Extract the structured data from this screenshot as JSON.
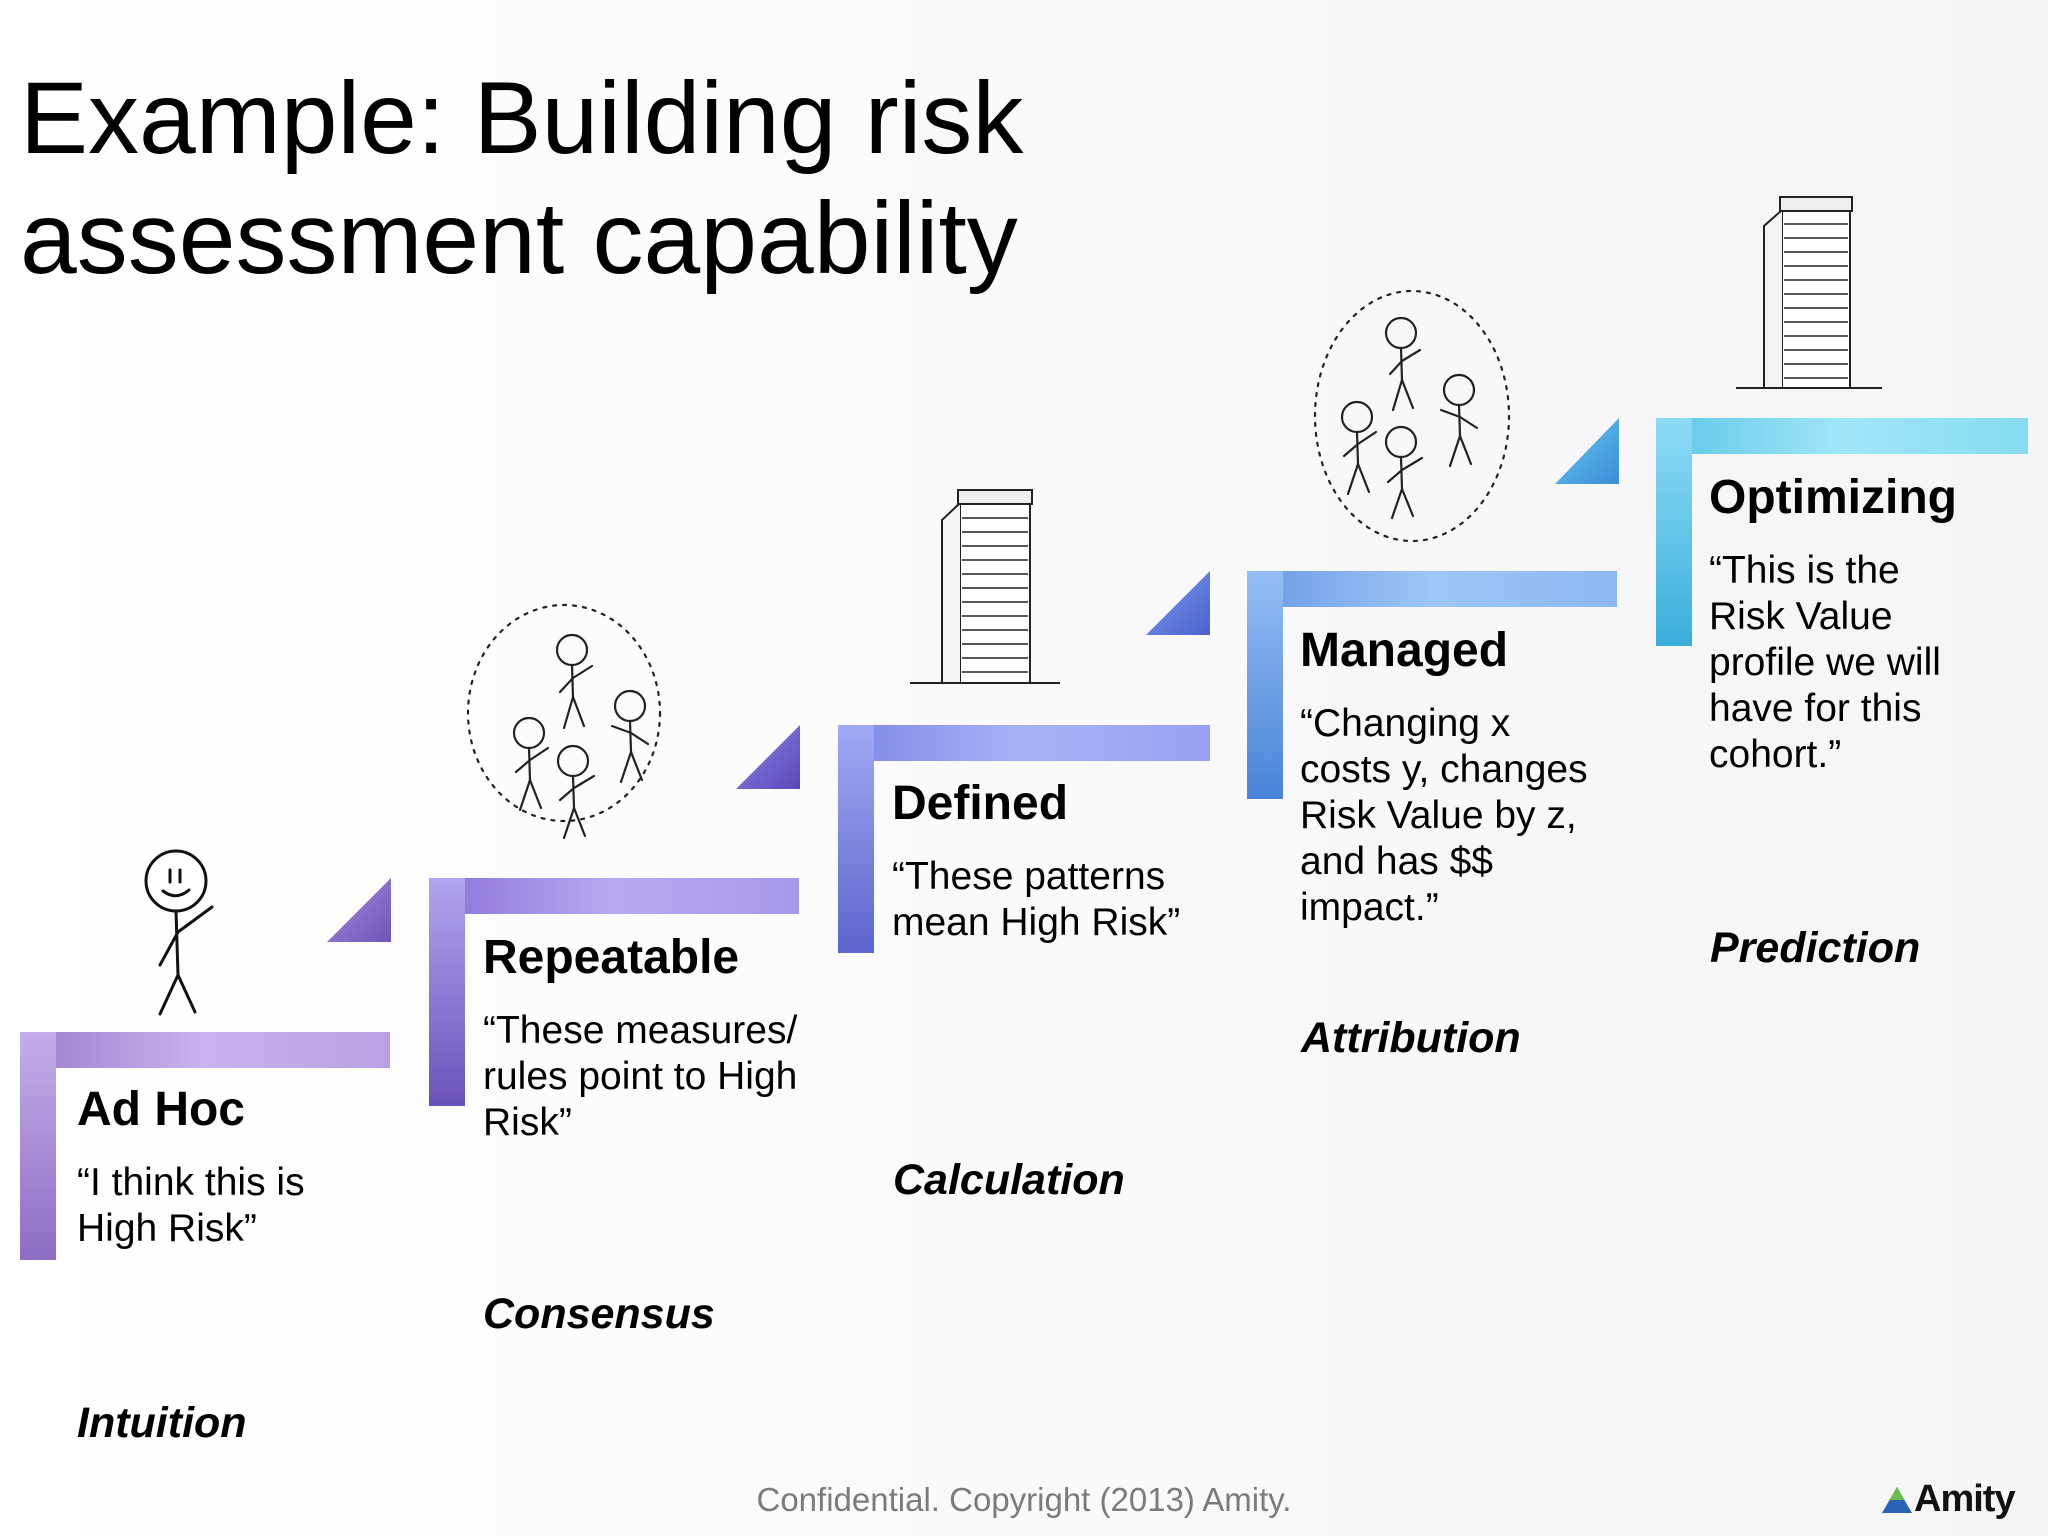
{
  "title": {
    "line1": "Example: Building risk",
    "line2": "assessment capability"
  },
  "steps": [
    {
      "name": "Ad Hoc",
      "quote": [
        "“I think this is",
        "High Risk”"
      ],
      "caption": "Intuition",
      "illustration": "stick-figure-person",
      "color": "#b8a3e4"
    },
    {
      "name": "Repeatable",
      "quote": [
        "“These measures/",
        "rules point to High",
        "Risk”"
      ],
      "caption": "Consensus",
      "illustration": "group-of-people-cloud",
      "color": "#a89ae8"
    },
    {
      "name": "Defined",
      "quote": [
        "“These patterns",
        "mean High Risk”"
      ],
      "caption": "Calculation",
      "illustration": "building-sketch",
      "color": "#94a0f0"
    },
    {
      "name": "Managed",
      "quote": [
        "“Changing x",
        "costs y, changes",
        "Risk Value by z,",
        "and has $$",
        "impact.”"
      ],
      "caption": "Attribution",
      "illustration": "group-of-people-cloud",
      "color": "#8cb8f2"
    },
    {
      "name": "Optimizing",
      "quote": [
        "“This is the",
        "Risk Value",
        "profile we will",
        "have for this",
        "cohort.”"
      ],
      "caption": "Prediction",
      "illustration": "building-sketch",
      "color": "#7fd6ee"
    }
  ],
  "footer": {
    "copyright": "Confidential. Copyright (2013) Amity.",
    "logo_text": "Amity",
    "logo_icon": "triangle-logo-icon"
  }
}
